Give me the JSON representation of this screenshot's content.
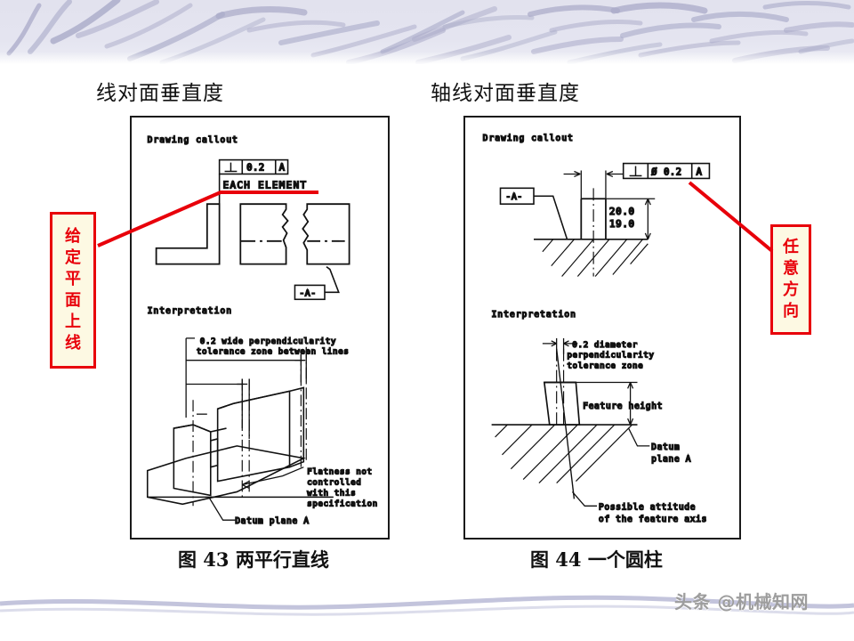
{
  "slide": {
    "background": "#ffffff",
    "accent_band_color": "#b9bad6",
    "red": "#e8000a",
    "callout_fill": "#fdf9e3"
  },
  "titles": {
    "left": "线对面垂直度",
    "right": "轴线对面垂直度"
  },
  "captions": {
    "left": "图 43  两平行直线",
    "right": "图 44  一个圆柱"
  },
  "callouts": {
    "left": {
      "text": "给定平面上线",
      "chars": [
        "给",
        "定",
        "平",
        "面",
        "上",
        "线"
      ]
    },
    "right": {
      "text": "任意方向",
      "chars": [
        "任",
        "意",
        "方",
        "向"
      ]
    }
  },
  "figure_left": {
    "section_drawing_label": "Drawing callout",
    "section_interpretation_label": "Interpretation",
    "feature_control_frame": {
      "symbol": "⊥",
      "symbol_name": "perpendicularity-symbol",
      "tolerance": "0.2",
      "datum": "A"
    },
    "each_element_note": "EACH ELEMENT",
    "datum_flag": "-A-",
    "annotations": [
      "0.2 wide perpendicularity",
      "tolerance zone between lines",
      "Flatness not",
      "controlled",
      "with this",
      "specification",
      "Datum plane A"
    ]
  },
  "figure_right": {
    "section_drawing_label": "Drawing callout",
    "section_interpretation_label": "Interpretation",
    "feature_control_frame": {
      "symbol": "⊥",
      "symbol_name": "perpendicularity-symbol",
      "diameter_symbol": "Ø",
      "tolerance": "0.2",
      "datum": "A"
    },
    "datum_flag": "-A-",
    "dimensions": {
      "upper": "20.0",
      "lower": "19.0"
    },
    "annotations": [
      "0.2 diameter",
      "perpendicularity",
      "tolerance zone",
      "Feature height",
      "Datum",
      "plane A",
      "Possible attitude",
      "of the feature axis"
    ]
  },
  "watermark": "头条 @机械知网"
}
